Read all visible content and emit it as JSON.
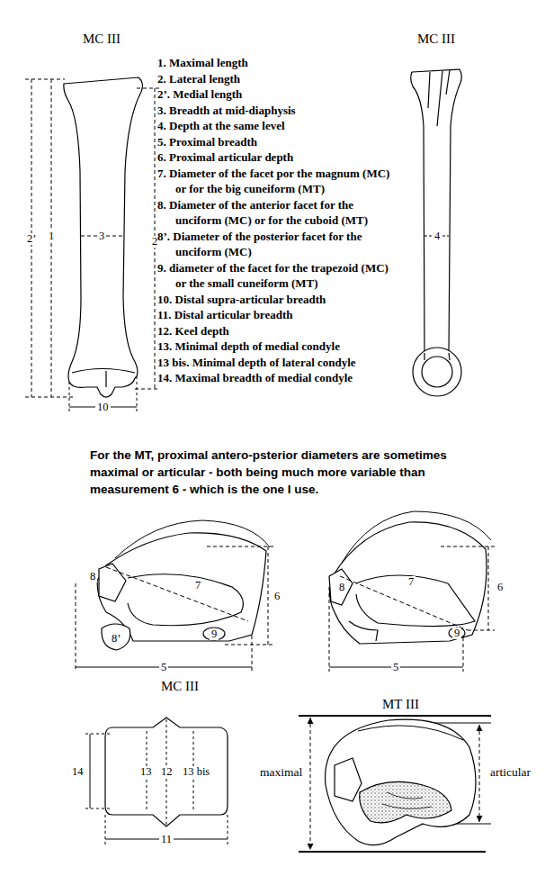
{
  "diagram": {
    "labels": [
      "MC III",
      "MC III",
      "1. Maximal length",
      "2. Lateral length",
      "2’. Medial length",
      "3. Breadth at mid-diaphysis",
      "4. Depth at the same level",
      "5. Proximal breadth",
      "6. Proximal articular depth",
      "7. Diameter of the facet por the magnum (MC) or for the big cuneiform (MT)",
      "8. Diameter of the anterior facet for the unciform (MC) or for the cuboid (MT)",
      "8’. Diameter of the posterior facet for the unciform (MC)",
      "9. diameter of the facet for the trapezoid (MC) or the small cuneiform (MT)",
      "10. Distal supra-articular breadth",
      "11. Distal articular breadth",
      "12. Keel depth",
      "13. Minimal depth of medial condyle",
      "13 bis. Minimal depth of lateral condyle",
      "14. Maximal breadth of medial condyle",
      "2’",
      "1",
      "3",
      "2",
      "10",
      "4",
      "For the MT, proximal antero-psterior diameters are sometimes maximal or articular - both being much more variable than measurement 6 - which is the one I use.",
      "8",
      "7",
      "6",
      "8’",
      "9",
      "5",
      "8",
      "7",
      "6",
      "9",
      "5",
      "MC III",
      "MT III",
      "14",
      "13",
      "12",
      "13 bis",
      "11",
      "maximal",
      "articular"
    ]
  }
}
